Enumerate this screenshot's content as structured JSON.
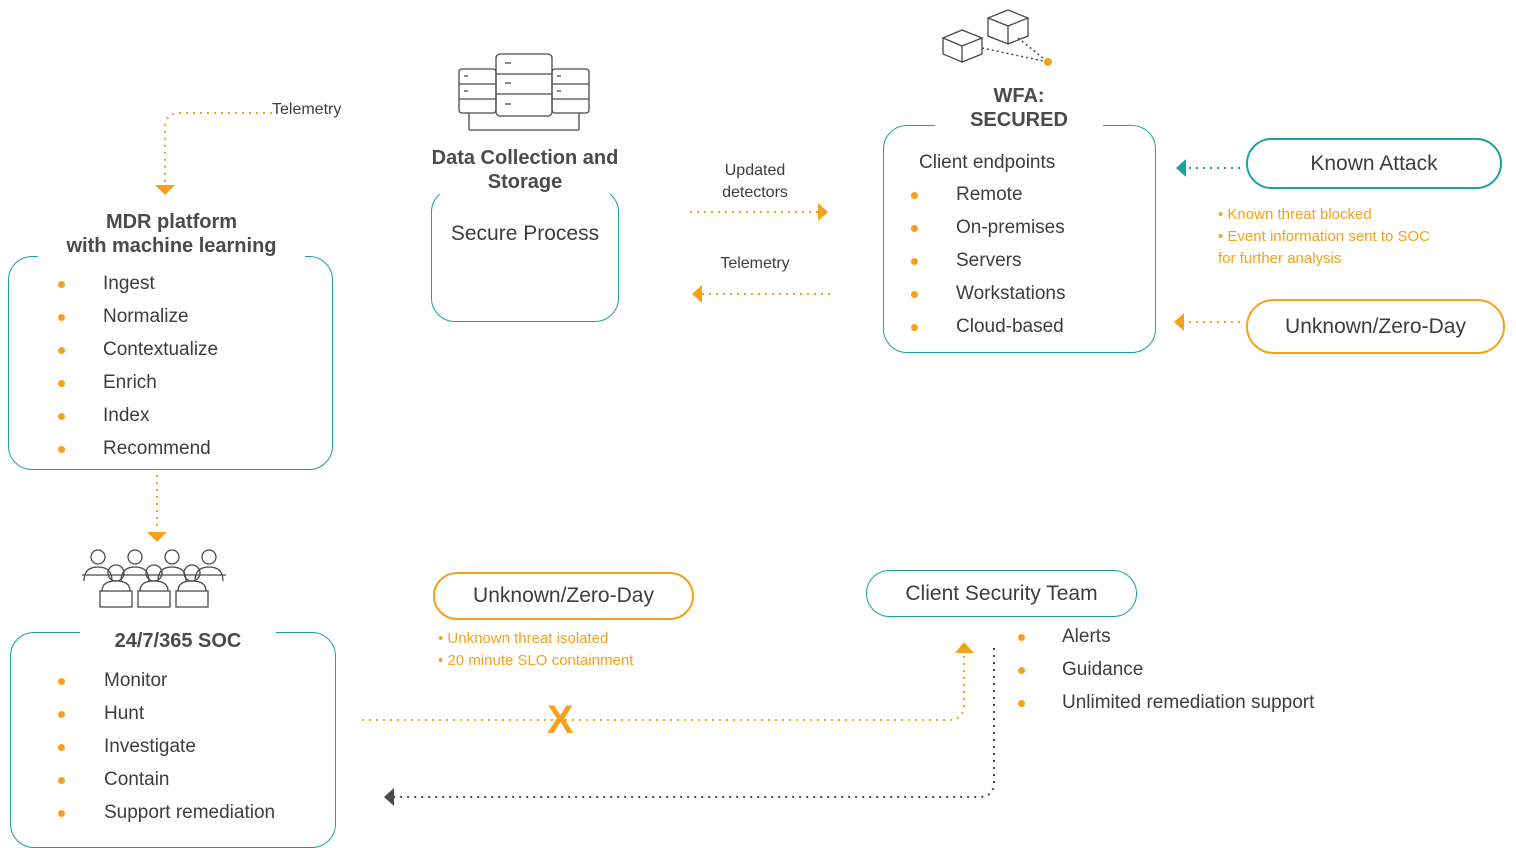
{
  "telemetry_top": "Telemetry",
  "mdr": {
    "title_line1": "MDR platform",
    "title_line2": "with machine learning",
    "items": [
      "Ingest",
      "Normalize",
      "Contextualize",
      "Enrich",
      "Index",
      "Recommend"
    ]
  },
  "storage": {
    "title_line1": "Data Collection and",
    "title_line2": "Storage",
    "process": "Secure Process"
  },
  "updated_detectors_line1": "Updated",
  "updated_detectors_line2": "detectors",
  "telemetry_mid": "Telemetry",
  "wfa": {
    "title_line1": "WFA:",
    "title_line2": "SECURED",
    "subtitle": "Client endpoints",
    "items": [
      "Remote",
      "On-premises",
      "Servers",
      "Workstations",
      "Cloud-based"
    ]
  },
  "known_attack": {
    "label": "Known Attack",
    "notes": [
      "• Known threat blocked",
      "• Event information sent to SOC",
      "for further analysis"
    ]
  },
  "unknown_right": {
    "label": "Unknown/Zero-Day"
  },
  "soc": {
    "title": "24/7/365 SOC",
    "items": [
      "Monitor",
      "Hunt",
      "Investigate",
      "Contain",
      "Support remediation"
    ]
  },
  "unknown_center": {
    "label": "Unknown/Zero-Day",
    "notes": [
      "• Unknown threat isolated",
      "• 20 minute SLO containment"
    ]
  },
  "x_mark": "X",
  "client_team": {
    "label": "Client Security Team",
    "items": [
      "Alerts",
      "Guidance",
      "Unlimited remediation support"
    ]
  },
  "colors": {
    "teal": "#1aa39a",
    "orange": "#f5a11a",
    "dark": "#4a4a4a"
  },
  "icons": [
    "server-rack-icon",
    "cubes-network-icon",
    "people-group-icon"
  ]
}
